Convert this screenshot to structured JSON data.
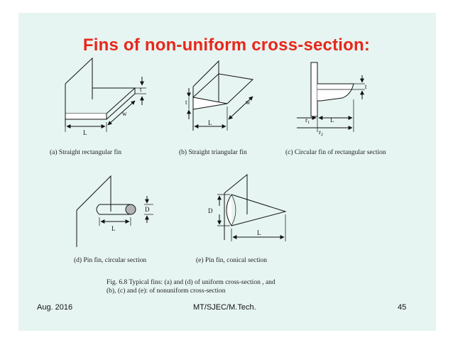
{
  "slide": {
    "title": "Fins of non-uniform cross-section:",
    "background": "#e6f5f1",
    "title_color": "#e8261b"
  },
  "figures": {
    "a": {
      "caption": "(a) Straight rectangular fin",
      "labels": {
        "t": "t",
        "w": "w",
        "L": "L"
      }
    },
    "b": {
      "caption": "(b) Straight triangular fin",
      "labels": {
        "t": "t",
        "w": "w",
        "L": "L"
      }
    },
    "c": {
      "caption": "(c) Circular fin of rectangular section",
      "labels": {
        "t": "t",
        "r1": "r",
        "r1_sub": "1",
        "r2": "r",
        "r2_sub": "2",
        "L": "L"
      }
    },
    "d": {
      "caption": "(d) Pin fin, circular section",
      "labels": {
        "D": "D",
        "L": "L"
      }
    },
    "e": {
      "caption": "(e) Pin fin, conical section",
      "labels": {
        "D": "D",
        "L": "L"
      }
    }
  },
  "figure_note": {
    "line1": "Fig. 6.8 Typical fins: (a) and (d) of uniform cross-section , and",
    "line2": "(b), (c) and (e): of nonuniform cross-section"
  },
  "footer": {
    "date": "Aug. 2016",
    "source": "MT/SJEC/M.Tech.",
    "page": "45"
  }
}
